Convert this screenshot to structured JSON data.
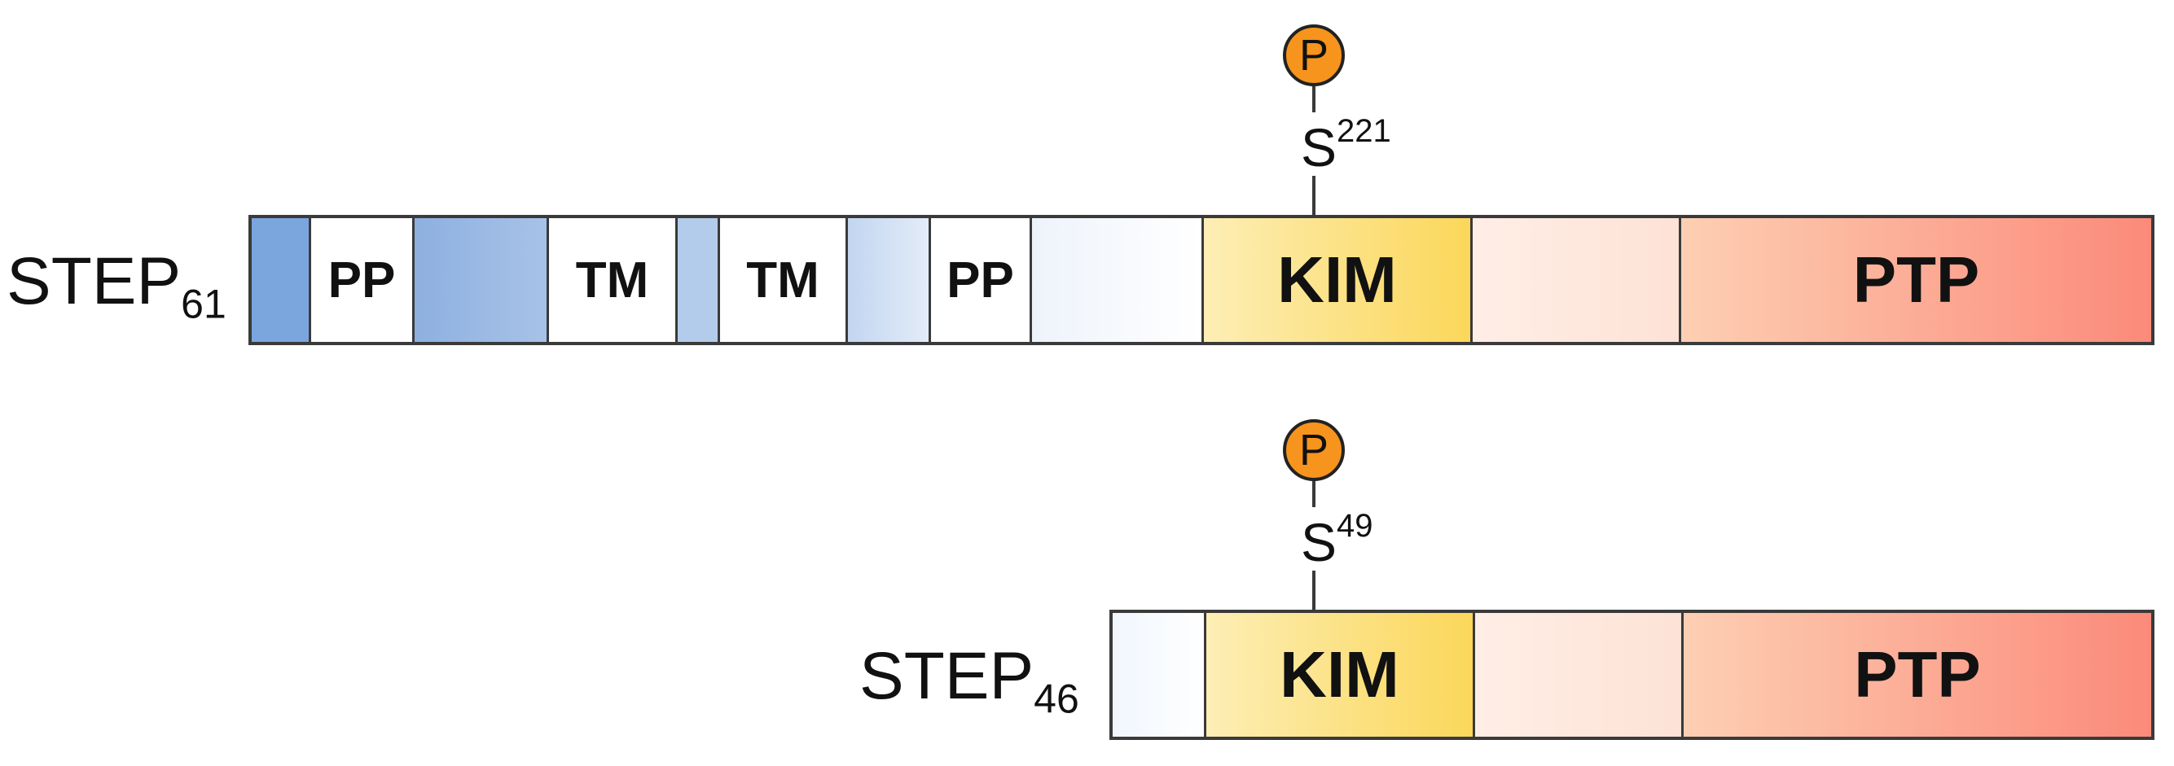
{
  "isoforms": [
    {
      "name": "STEP",
      "subscript": "61",
      "phospho": {
        "symbol": "P",
        "residue": "S",
        "position": "221",
        "color": "#f7941d"
      },
      "segments": [
        {
          "label": "",
          "colors": [
            "#7ba6dd",
            "#7ba6dd"
          ]
        },
        {
          "label": "PP",
          "colors": [
            "#ffffff",
            "#ffffff"
          ]
        },
        {
          "label": "",
          "colors": [
            "#8eb0e0",
            "#a7c2e8"
          ]
        },
        {
          "label": "TM",
          "colors": [
            "#ffffff",
            "#ffffff"
          ]
        },
        {
          "label": "",
          "colors": [
            "#b4cceb",
            "#b4cceb"
          ]
        },
        {
          "label": "TM",
          "colors": [
            "#ffffff",
            "#ffffff"
          ]
        },
        {
          "label": "",
          "colors": [
            "#c2d6f0",
            "#e3ecf8"
          ]
        },
        {
          "label": "PP",
          "colors": [
            "#ffffff",
            "#ffffff"
          ]
        },
        {
          "label": "",
          "colors": [
            "#eef3fb",
            "#ffffff"
          ]
        },
        {
          "label": "KIM",
          "colors": [
            "#fdeeb5",
            "#fbd75a"
          ]
        },
        {
          "label": "",
          "colors": [
            "#ffeee6",
            "#fde2d6"
          ]
        },
        {
          "label": "PTP",
          "colors": [
            "#fdcfb3",
            "#fb8a7a"
          ]
        }
      ]
    },
    {
      "name": "STEP",
      "subscript": "46",
      "phospho": {
        "symbol": "P",
        "residue": "S",
        "position": "49",
        "color": "#f7941d"
      },
      "segments": [
        {
          "label": "",
          "colors": [
            "#f1f6fd",
            "#ffffff"
          ]
        },
        {
          "label": "KIM",
          "colors": [
            "#fdeeb5",
            "#fbd75a"
          ]
        },
        {
          "label": "",
          "colors": [
            "#ffeee6",
            "#fde2d6"
          ]
        },
        {
          "label": "PTP",
          "colors": [
            "#fdcfb3",
            "#fb8a7a"
          ]
        }
      ]
    }
  ]
}
